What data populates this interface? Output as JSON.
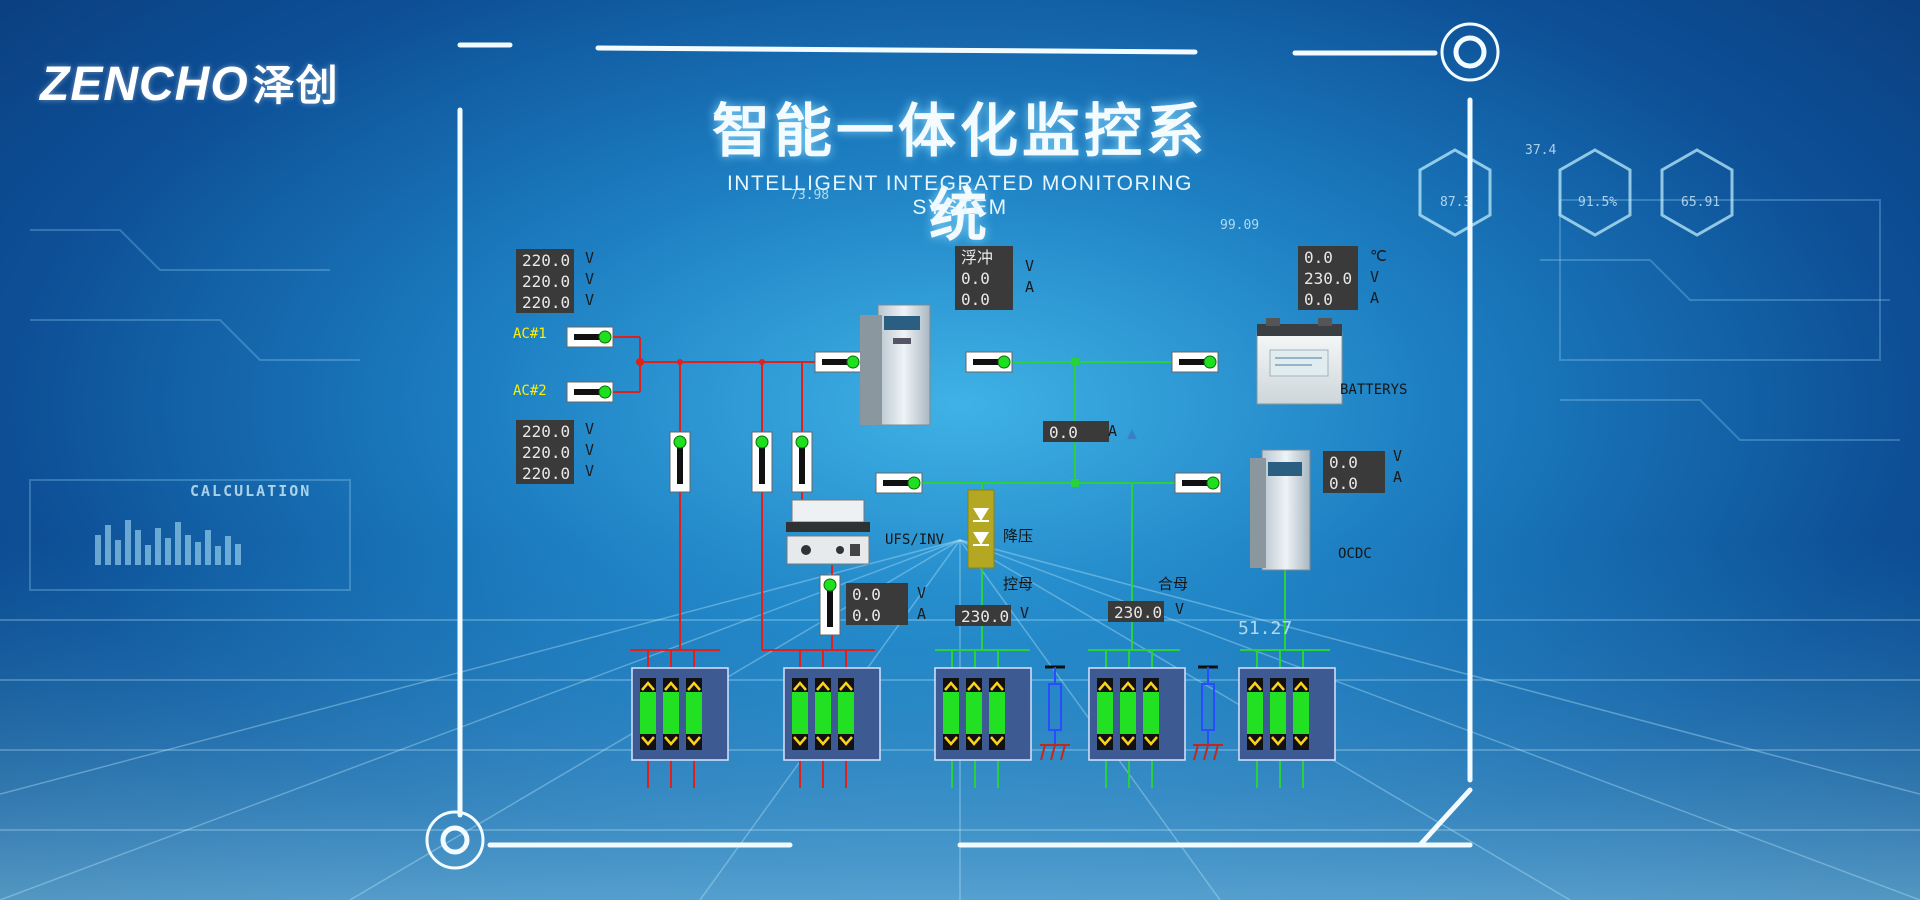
{
  "brand": {
    "name_en": "ZENCHO",
    "name_cn": "泽创"
  },
  "title": {
    "cn": "智能一体化监控系统",
    "en": "INTELLIGENT INTEGRATED MONITORING SYSTEM"
  },
  "background": {
    "calculation_label": "CALCULATION",
    "hex_values": [
      "87.3",
      "91.5%",
      "65.91"
    ],
    "number_1": "73.98",
    "number_2": "37.4",
    "number_3": "51.27",
    "number_4": "99.09"
  },
  "ac_inputs": {
    "ac1_label": "AC#1",
    "ac2_label": "AC#2",
    "ac1_voltages": [
      "220.0",
      "220.0",
      "220.0"
    ],
    "ac2_voltages": [
      "220.0",
      "220.0",
      "220.0"
    ],
    "unit_v": "V"
  },
  "rectifier": {
    "mode_label": "浮冲",
    "voltage": "0.0",
    "current": "0.0",
    "unit_v": "V",
    "unit_a": "A"
  },
  "battery": {
    "label": "BATTERYS",
    "temperature": "0.0",
    "voltage": "230.0",
    "current": "0.0",
    "unit_c": "℃",
    "unit_v": "V",
    "unit_a": "A",
    "bus_current": "0.0",
    "bus_current_unit": "A"
  },
  "dcdc": {
    "label": "OCDC",
    "voltage": "0.0",
    "current": "0.0",
    "unit_v": "V",
    "unit_a": "A"
  },
  "ups": {
    "label": "UFS/INV",
    "voltage": "0.0",
    "current": "0.0",
    "unit_v": "V",
    "unit_a": "A"
  },
  "diode": {
    "label": "降压"
  },
  "buses": {
    "control_label": "控母",
    "control_voltage": "230.0",
    "closing_label": "合母",
    "closing_voltage": "230.0",
    "unit_v": "V"
  },
  "colors": {
    "ac_line": "#e0201c",
    "dc_line": "#28d23c",
    "switch_on": "#1fe01f",
    "lcd_bg": "#3a3a3a",
    "accent": "#ffffff"
  },
  "icons": [
    "rectifier-module-icon",
    "battery-icon",
    "ups-inverter-icon",
    "dcdc-module-icon",
    "diode-icon",
    "fuse-icon",
    "ground-icon",
    "breaker-switch-icon",
    "feeder-panel-icon"
  ]
}
